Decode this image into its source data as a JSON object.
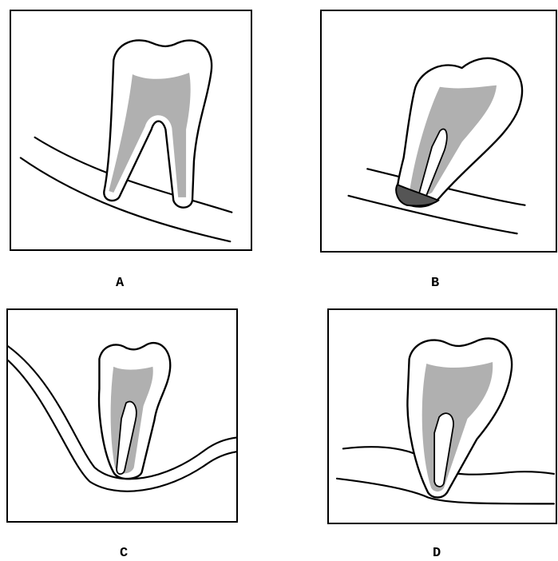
{
  "figure": {
    "panels": [
      {
        "label": "A"
      },
      {
        "label": "B"
      },
      {
        "label": "C"
      },
      {
        "label": "D"
      }
    ],
    "colors": {
      "outline": "#000000",
      "pulp": "#b0b0b0",
      "lesion": "#555555",
      "background": "#ffffff"
    }
  }
}
